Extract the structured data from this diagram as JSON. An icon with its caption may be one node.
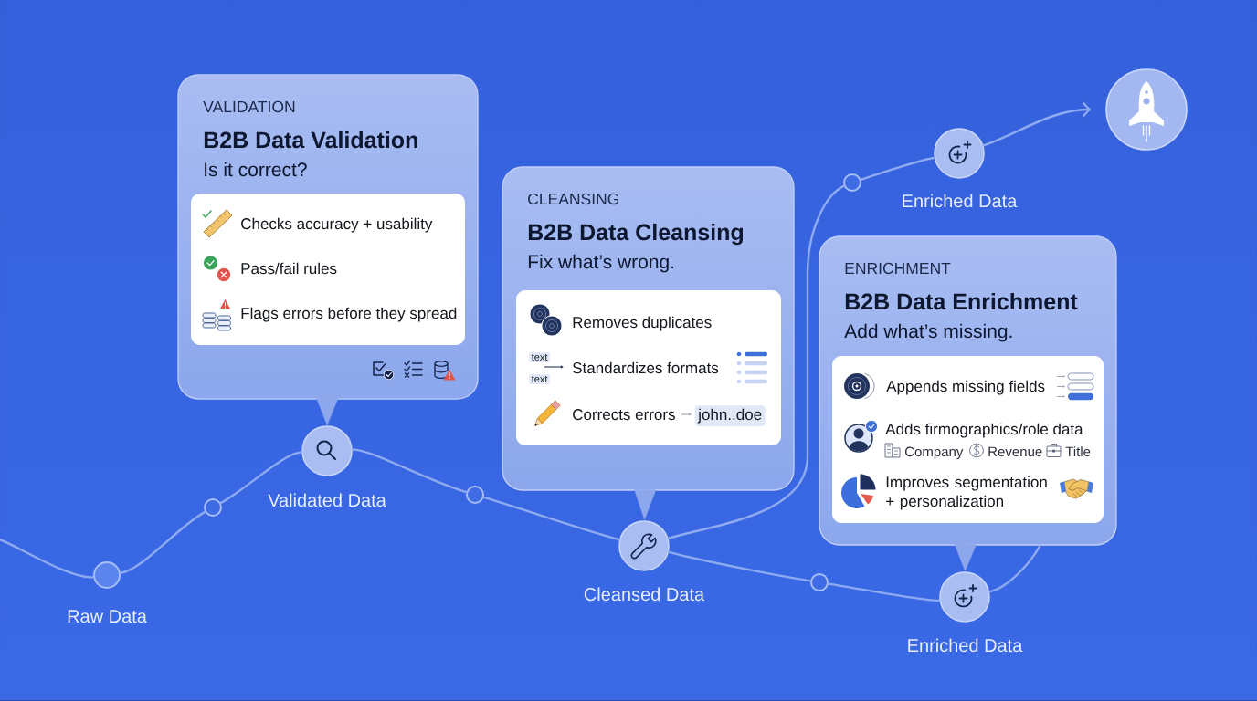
{
  "diagram": {
    "nodes": [
      {
        "text": [
          "VALIDATION",
          "B2B Data Validation",
          "Is it correct?"
        ]
      },
      {
        "text": [
          "Checks accuracy + usability",
          "Pass/fail rules",
          "Flags errors before they spread"
        ],
        "in": 0
      },
      {
        "text": [
          "CLEANSING",
          "B2B Data Cleansing",
          "Fix what’s wrong."
        ]
      },
      {
        "text": [
          "Removes duplicates",
          "text",
          "text",
          "Standardizes formats",
          "Corrects errors",
          "john..doe"
        ],
        "in": 2
      },
      {
        "text": [
          "ENRICHMENT",
          "B2B Data Enrichment",
          "Add what’s missing."
        ]
      },
      {
        "text": [
          "Appends missing fields",
          "Adds firmographics/role data",
          "Company",
          "Revenue",
          "Title",
          "Improves segmentation + personalization"
        ],
        "in": 4
      },
      {
        "text": [
          "Raw Data"
        ]
      },
      {
        "text": [],
        "shape": "circle"
      },
      {
        "text": [
          "Validated Data"
        ]
      },
      {
        "text": [],
        "shape": "circle"
      },
      {
        "text": [
          "Cleansed Data"
        ]
      },
      {
        "text": [],
        "shape": "circle"
      },
      {
        "text": [
          "Enriched Data"
        ]
      },
      {
        "text": [],
        "shape": "circle"
      },
      {
        "text": [
          "Enriched Data"
        ]
      },
      {
        "text": [],
        "shape": "circle"
      }
    ],
    "edges": [
      {
        "from": null,
        "to": 6,
        "arrow": "none"
      },
      {
        "from": 6,
        "to": 7,
        "arrow": "none"
      },
      {
        "from": 7,
        "to": 8,
        "arrow": "none"
      },
      {
        "from": 8,
        "to": 9,
        "arrow": "none"
      },
      {
        "from": 9,
        "to": 10,
        "arrow": "none"
      },
      {
        "from": 10,
        "to": 11,
        "arrow": "none"
      },
      {
        "from": 11,
        "to": 12,
        "arrow": "none"
      },
      {
        "from": 12,
        "to": 4,
        "arrow": "none"
      },
      {
        "from": 10,
        "to": 13,
        "arrow": "none"
      },
      {
        "from": 13,
        "to": 14,
        "arrow": "none"
      },
      {
        "from": 14,
        "to": 15,
        "arrow": "to"
      },
      {
        "from": 0,
        "to": 8,
        "arrow": "to",
        "color": "#8ca7ec"
      },
      {
        "from": 2,
        "to": 10,
        "arrow": "to",
        "color": "#8ca7ec"
      },
      {
        "from": 4,
        "to": 12,
        "arrow": "to",
        "color": "#8ca7ec"
      }
    ]
  }
}
